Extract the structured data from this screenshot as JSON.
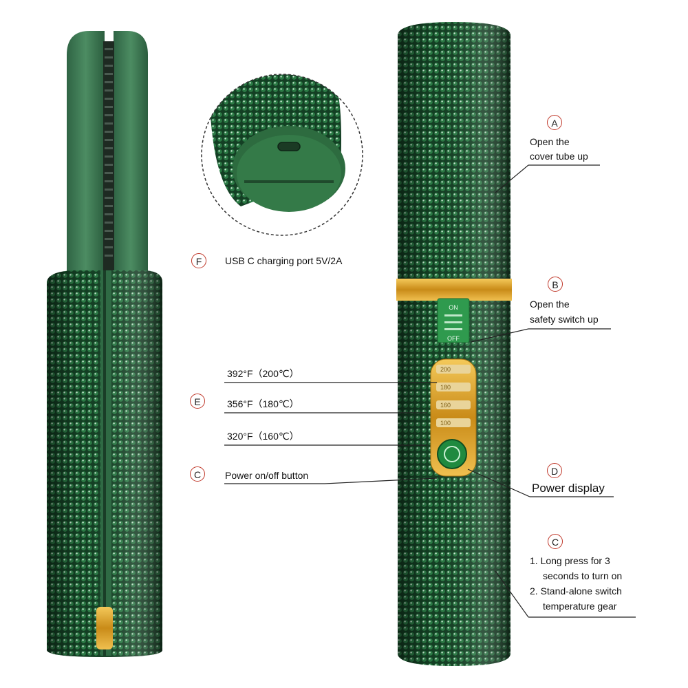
{
  "callouts": {
    "A": {
      "letter": "A",
      "line1": "Open the",
      "line2": "cover tube up"
    },
    "B": {
      "letter": "B",
      "line1": "Open the",
      "line2": "safety switch up"
    },
    "C_button": {
      "letter": "C",
      "text": "Power on/off button"
    },
    "C_notes": {
      "letter": "C",
      "item1_a": "1. Long press for 3",
      "item1_b": "seconds to turn on",
      "item2_a": "2. Stand-alone switch",
      "item2_b": "temperature gear"
    },
    "D": {
      "letter": "D",
      "text": "Power display"
    },
    "E": {
      "letter": "E",
      "temps": [
        "392°F（200℃）",
        "356°F（180℃）",
        "320°F（160℃）"
      ]
    },
    "F": {
      "letter": "F",
      "text": "USB C charging port 5V/2A"
    }
  },
  "device": {
    "switch_on": "ON",
    "switch_off": "OFF",
    "display_levels": [
      "200",
      "180",
      "160",
      "100"
    ]
  },
  "colors": {
    "rhinestone_green": "#1c5a32",
    "plate_green": "#3c7a52",
    "gold": "#d8a02a",
    "leader_line": "#222222",
    "badge_ring": "#c0392b"
  }
}
